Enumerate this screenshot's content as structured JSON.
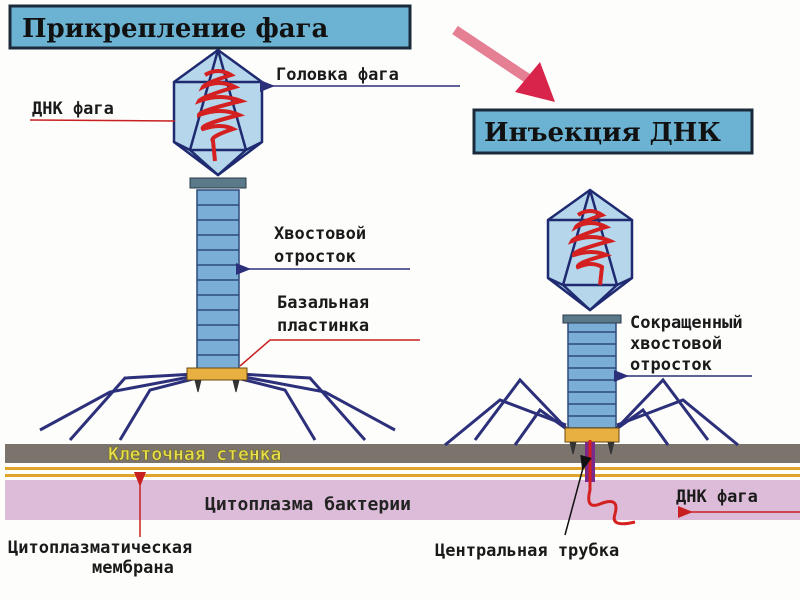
{
  "titles": {
    "attachment": "Прикрепление фага",
    "injection": "Инъекция ДНК"
  },
  "labels": {
    "phage_head": "Головка фага",
    "phage_dna_left": "ДНК фага",
    "tail_line1": "Хвостовой",
    "tail_line2": "отросток",
    "base_line1": "Базальная",
    "base_line2": "пластинка",
    "contracted_line1": "Сокращенный",
    "contracted_line2": "хвостовой",
    "contracted_line3": "отросток",
    "cell_wall": "Клеточная стенка",
    "cytoplasm": "Цитоплазма бактерии",
    "phage_dna_right": "ДНК фага",
    "membrane_line1": "Цитоплазматическая",
    "membrane_line2": "мембрана",
    "central_tube": "Центральная трубка"
  },
  "colors": {
    "title_box": "#6cb3d3",
    "cell_wall": "#7b746c",
    "cell_wall_text": "#e8e04a",
    "membrane": "#e0a42a",
    "cytoplasm": "#dcbcd8",
    "dna": "#d42020",
    "phage_body": "#7aaed6",
    "legs": "#2c2f7a"
  }
}
